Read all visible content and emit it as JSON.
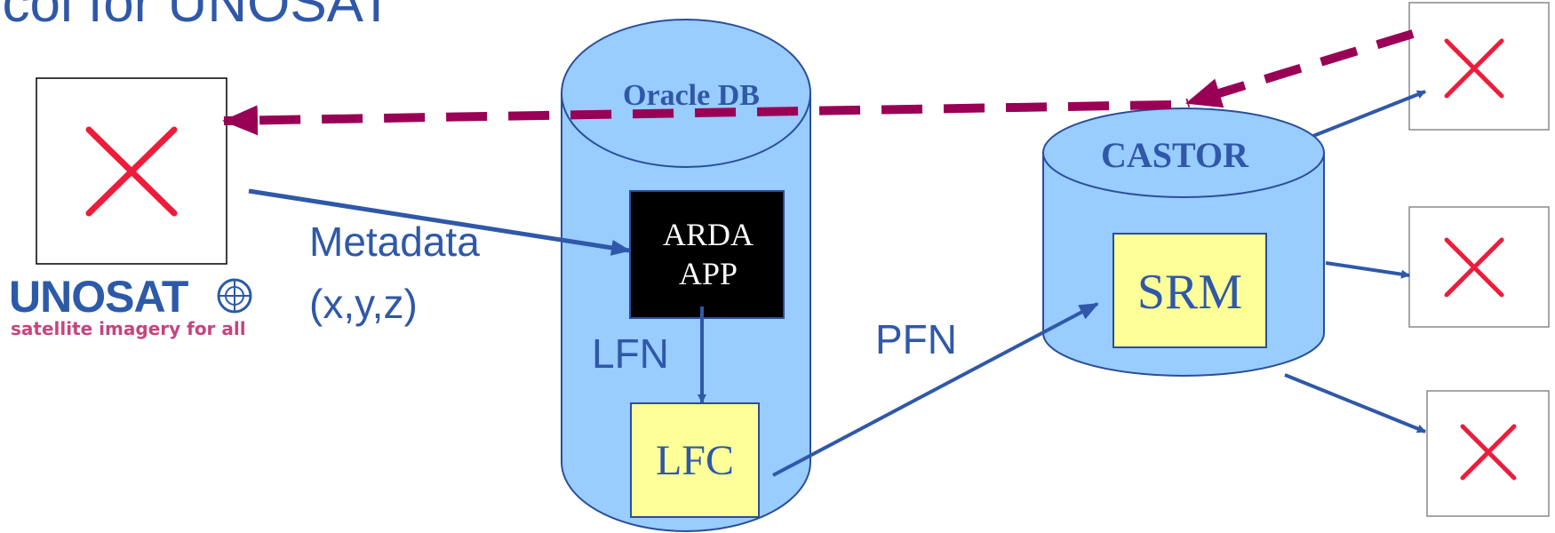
{
  "slide": {
    "title_fragment": "ocol for UNOSAT"
  },
  "database": {
    "oracle_label": "Oracle DB",
    "arda_line1": "ARDA",
    "arda_line2": "APP",
    "lfc_label": "LFC"
  },
  "storage": {
    "castor_label": "CASTOR",
    "srm_label": "SRM"
  },
  "flows": {
    "metadata_line1": "Metadata",
    "metadata_line2": "(x,y,z)",
    "lfn_label": "LFN",
    "pfn_label": "PFN"
  },
  "logo": {
    "wordmark": "UNOSAT",
    "tagline": "satellite imagery for all"
  },
  "colors": {
    "cylinder_fill": "#99ccff",
    "cylinder_stroke": "#2a4e9a",
    "label_blue": "#2f58a8",
    "arrow_blue": "#2f58a8",
    "dashed_arrow": "#990055",
    "yellow_box": "#ffff99",
    "black_box": "#000000",
    "red_x": "#ee1c3a",
    "logo_blue": "#2c5aa8",
    "logo_pink": "#c4457f"
  }
}
